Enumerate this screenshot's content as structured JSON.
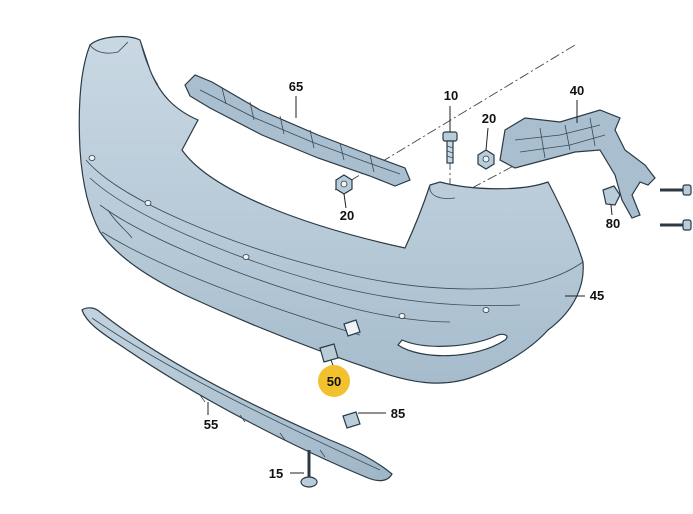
{
  "diagram": {
    "highlight_color": "#f2c12e",
    "part_color": "#b9ccd9",
    "callouts": {
      "c65": "65",
      "c10": "10",
      "c40": "40",
      "c20a": "20",
      "c20b": "20",
      "c80": "80",
      "c45": "45",
      "c50": "50",
      "c55": "55",
      "c85": "85",
      "c15": "15"
    }
  }
}
